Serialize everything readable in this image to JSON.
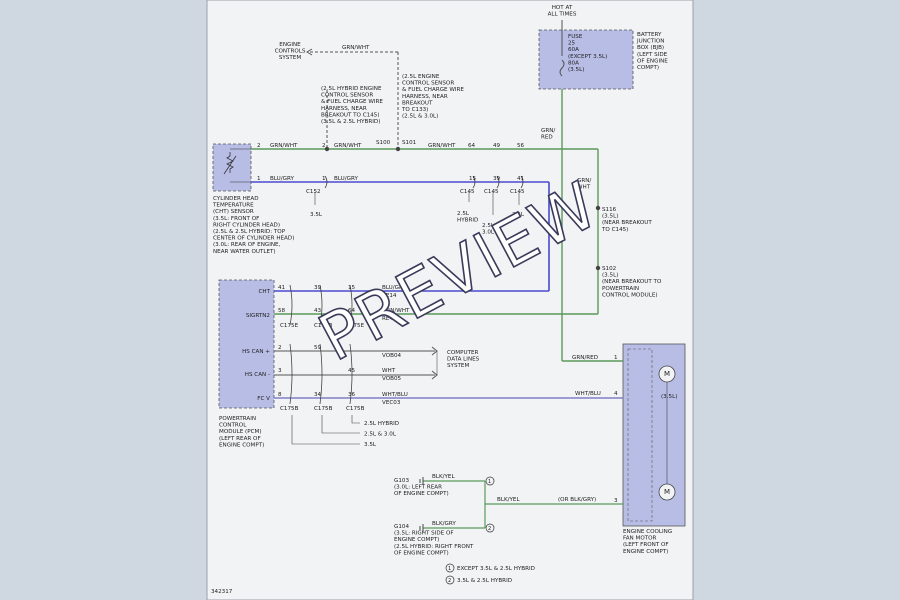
{
  "colors": {
    "page_bg": "#cfd8e0",
    "sheet_bg": "#f2f3f5",
    "component_fill": "#b8bde6",
    "wire_blue": "#4a4ad0",
    "wire_green": "#5a9a5a",
    "wire_gray": "#555555",
    "wire_purple": "#8080c8"
  },
  "labels": {
    "engine_controls_system": [
      "ENGINE",
      "CONTROLS",
      "SYSTEM"
    ],
    "grn_wht_top": "GRN/WHT",
    "note_hybrid_25": [
      "(2.5L HYBRID ENGINE",
      "CONTROL SENSOR",
      "& FUEL CHARGE WIRE",
      "HARNESS, NEAR",
      "BREAKOUT TO C145)",
      "(3.5L & 2.5L HYBRID)"
    ],
    "note_25_engine": [
      "(2.5L ENGINE",
      "CONTROL SENSOR",
      "& FUEL CHARGE WIRE",
      "HARNESS, NEAR",
      "BREAKOUT",
      "TO C133)",
      "(2.5L & 3.0L)"
    ],
    "s100": "S100",
    "s101": "S101",
    "hot_at_all_times": [
      "HOT AT",
      "ALL TIMES"
    ],
    "fuse": [
      "FUSE",
      "25",
      "60A",
      "(EXCEPT 3.5L)",
      "80A",
      "(3.5L)"
    ],
    "battery_junction_box": [
      "BATTERY",
      "JUNCTION",
      "BOX (BJB)",
      "(LEFT SIDE",
      "OF ENGINE",
      "COMPT)"
    ],
    "grn_red_upper": [
      "GRN/",
      "RED"
    ],
    "grn_wht_right": [
      "GRN/",
      "WHT"
    ],
    "s116": [
      "S116",
      "(3.5L)",
      "(NEAR BREAKOUT",
      "TO C145)"
    ],
    "s102": [
      "S102",
      "(3.5L)",
      "(NEAR BREAKOUT TO",
      "POWERTRAIN",
      "CONTROL MODULE)"
    ],
    "pin2": "2",
    "pin1": "1",
    "grn_wht": "GRN/WHT",
    "blu_gry": "BLU/GRY",
    "c1_pin2": "2",
    "c1_pin1": "1",
    "n64": "64",
    "n49": "49",
    "n56": "56",
    "n15": "15",
    "n39": "39",
    "n41": "41",
    "c152": "C152",
    "c145a": "C145",
    "c145b": "C145",
    "c145c": "C145",
    "l35_a": "3.5L",
    "l25_hybrid": [
      "2.5L",
      "HYBRID"
    ],
    "l25_30": [
      "2.5L &",
      "3.0L"
    ],
    "l35_b": "3.5L",
    "cht_sensor": [
      "CYLINDER HEAD",
      "TEMPERATURE",
      "(CHT) SENSOR",
      "(3.5L: FRONT OF",
      "RIGHT CYLINDER HEAD)",
      "(2.5L & 2.5L HYBRID: TOP",
      "CENTER OF CYLINDER HEAD)",
      "(3.0L: REAR OF ENGINE,",
      "NEAR WATER OUTLET)"
    ],
    "pcm_pins": [
      "CHT",
      "SIGRTN2",
      "HS CAN +",
      "HS CAN -",
      "FC V"
    ],
    "row_cht": [
      "41",
      "39",
      "15",
      "BLU/GRY",
      "VE14"
    ],
    "row_sig": [
      "58",
      "43",
      "64",
      "GRN/WHT",
      "RE41"
    ],
    "conn_row1": [
      "C175E",
      "C175B",
      "C175E"
    ],
    "row_can1": [
      "2",
      "59",
      "",
      "VOB04"
    ],
    "row_can2": [
      "3",
      "45",
      "WHT",
      "VOB05"
    ],
    "row_fcv": [
      "8",
      "34",
      "36",
      "WHT/BLU",
      "VEC03"
    ],
    "conn_row2": [
      "C175B",
      "C175B",
      "C175B"
    ],
    "computer_data_lines": [
      "COMPUTER",
      "DATA LINES",
      "SYSTEM"
    ],
    "legend_under": [
      "2.5L HYBRID",
      "2.5L & 3.0L",
      "3.5L"
    ],
    "pcm_desc": [
      "POWERTRAIN",
      "CONTROL",
      "MODULE (PCM)",
      "(LEFT REAR OF",
      "ENGINE COMPT)"
    ],
    "grn_red_lower": "GRN/RED",
    "fan_pin1": "1",
    "wht_blu": "WHT/BLU",
    "fan_pin4": "4",
    "fan_35l": "(3.5L)",
    "fan_pin3": "3",
    "fan_desc": [
      "ENGINE COOLING",
      "FAN MOTOR",
      "(LEFT FRONT OF",
      "ENGINE COMPT)"
    ],
    "g103": [
      "G103",
      "(3.0L: LEFT REAR",
      "OF ENGINE COMPT)"
    ],
    "g104": [
      "G104",
      "(3.5L: RIGHT SIDE OF",
      "ENGINE COMPT)",
      "(2.5L HYBRID: RIGHT FRONT",
      "OF ENGINE COMPT)"
    ],
    "blk_yel_a": "BLK/YEL",
    "blk_gry": "BLK/GRY",
    "blk_yel_b": "BLK/YEL",
    "or_blk_gry": "(OR BLK/GRY)",
    "circle1": "1",
    "circle2": "2",
    "footnote1": "EXCEPT 3.5L & 2.5L HYBRID",
    "footnote2": "3.5L & 2.5L HYBRID",
    "motor_m": "M",
    "diagram_id": "342317"
  },
  "watermark": "PREVIEW"
}
